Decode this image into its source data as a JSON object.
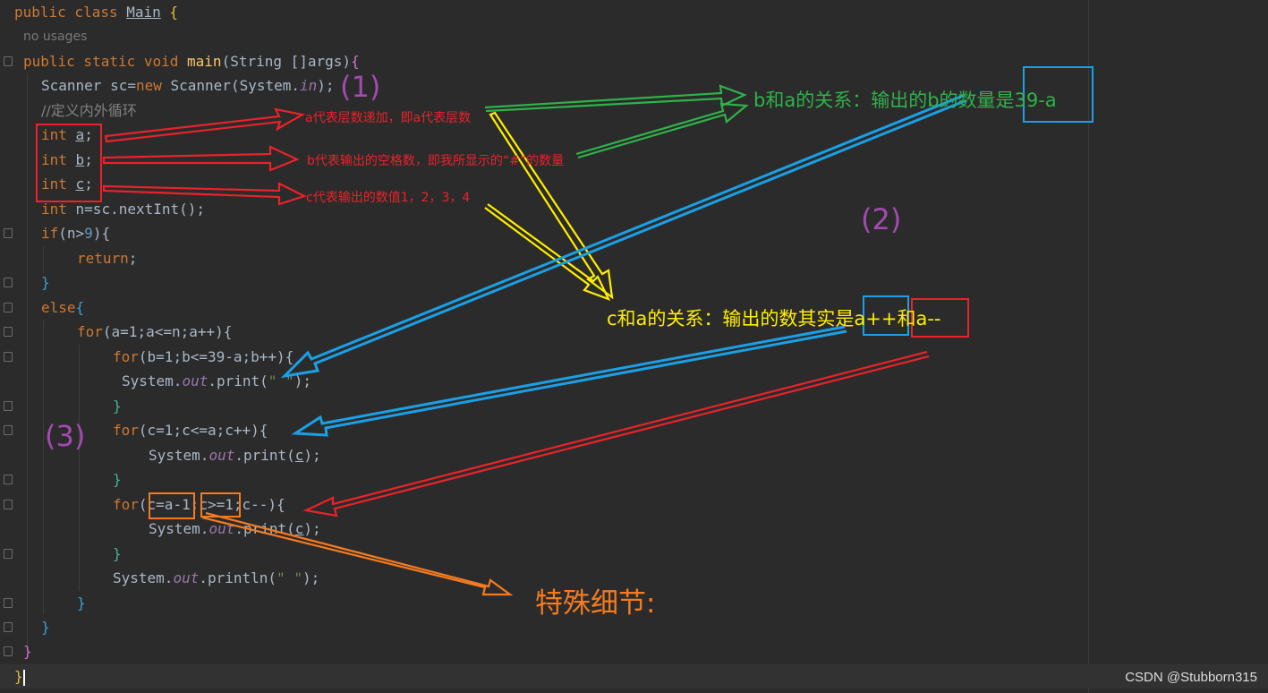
{
  "code": {
    "l1": {
      "kw": "public class",
      "name": "Main",
      "brace": "{"
    },
    "usages": "no usages",
    "l2": {
      "kw": "public static void",
      "fn": "main",
      "args": "(String []args)",
      "brace": "{"
    },
    "l3": {
      "a": "Scanner sc=",
      "kw": "new",
      "b": " Scanner(System.",
      "fld": "in",
      "c": ");"
    },
    "l4": "//定义内外循环",
    "l5": {
      "kw": "int",
      "var": "a",
      "end": ";"
    },
    "l6": {
      "kw": "int",
      "var": "b",
      "end": ";"
    },
    "l7": {
      "kw": "int",
      "var": "c",
      "end": ";"
    },
    "l8": {
      "kw": "int",
      "rest": " n=sc.nextInt();"
    },
    "l9": {
      "kw": "if",
      "a": "(n>",
      "num": "9",
      "b": "){"
    },
    "l10": {
      "kw": "return",
      "end": ";"
    },
    "l11": "}",
    "l12": {
      "kw": "else",
      "brace": "{"
    },
    "l13": {
      "kw": "for",
      "text": "(a=1;a<=n;a++){"
    },
    "l14": {
      "kw": "for",
      "text": "(b=1;b<=39-a;b++){"
    },
    "l15": {
      "a": "System.",
      "fld": "out",
      "b": ".print(",
      "str": "\" \"",
      "c": ");"
    },
    "l16": "}",
    "l17": {
      "kw": "for",
      "text": "(c=1;c<=a;c++){"
    },
    "l18": {
      "a": "System.",
      "fld": "out",
      "b": ".print(",
      "v": "c",
      "c": ");"
    },
    "l19": "}",
    "l20": {
      "kw": "for",
      "text": "(c=a-1;c>=1;c--){"
    },
    "l21": {
      "a": "System.",
      "fld": "out",
      "b": ".print(",
      "v": "c",
      "c": ");"
    },
    "l22": "}",
    "l23": {
      "a": "System.",
      "fld": "out",
      "b": ".println(",
      "str": "\" \"",
      "c": ");"
    },
    "l24": "}",
    "l25": "}",
    "l26": "}",
    "l27": "}"
  },
  "annotations": {
    "n1": "(1)",
    "n2": "(2)",
    "n3": "(3)",
    "a_desc": "a代表层数递加，即a代表层数",
    "b_desc": "b代表输出的空格数，即我所显示的“#”的数量",
    "c_desc": "c代表输出的数值1，2，3，4",
    "b_rel": "b和a的关系：输出的b的数量是39-a",
    "c_rel": "c和a的关系：输出的数其实是a++和a--",
    "special": "特殊细节:"
  },
  "watermark": "CSDN @Stubborn315",
  "colors": {
    "background": "#2b2b2b",
    "keyword": "#cc7832",
    "red_annotation": "#e8232a",
    "green_annotation": "#2fb24a",
    "yellow_annotation": "#ffee00",
    "blue_annotation": "#1aa0e6",
    "orange_annotation": "#f47b20",
    "purple_annotation": "#a24bb0"
  }
}
